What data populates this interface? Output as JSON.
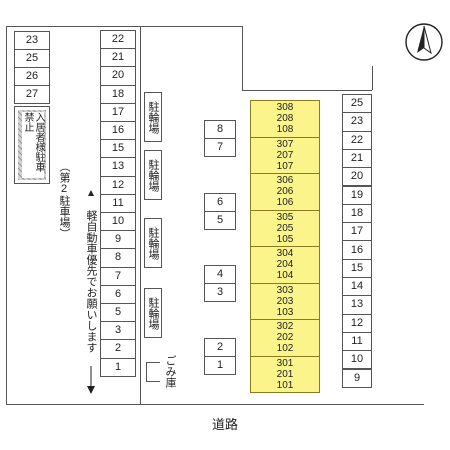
{
  "road_label": "道路",
  "north_icon": "north-arrow-icon",
  "colors": {
    "building": "#fbf48a",
    "building_border": "#8a7a20",
    "line": "#555555"
  },
  "top_left_stalls": [
    "23",
    "25",
    "26",
    "27"
  ],
  "no_parking_sign": "入居者様駐車禁止",
  "second_parking_label": "（第2駐車場）",
  "light_vehicle_note": "軽自動車優先でお願いします",
  "left_column_stalls": [
    "22",
    "21",
    "20",
    "18",
    "17",
    "16",
    "15",
    "13",
    "12",
    "11",
    "10",
    "9",
    "8",
    "7",
    "6",
    "5",
    "3",
    "2",
    "1"
  ],
  "bicycle_parking": [
    "駐輪場",
    "駐輪場",
    "駐輪場",
    "駐輪場"
  ],
  "garbage_label": "ごみ庫",
  "middle_stalls": [
    {
      "top": "8",
      "bottom": "7"
    },
    {
      "top": "6",
      "bottom": "5"
    },
    {
      "top": "4",
      "bottom": "3"
    },
    {
      "top": "2",
      "bottom": "1"
    }
  ],
  "units": [
    [
      "308",
      "208",
      "108"
    ],
    [
      "307",
      "207",
      "107"
    ],
    [
      "306",
      "206",
      "106"
    ],
    [
      "305",
      "205",
      "105"
    ],
    [
      "304",
      "204",
      "104"
    ],
    [
      "303",
      "203",
      "103"
    ],
    [
      "302",
      "202",
      "102"
    ],
    [
      "301",
      "201",
      "101"
    ]
  ],
  "right_stalls": [
    "25",
    "23",
    "22",
    "21",
    "20",
    "19",
    "18",
    "17",
    "16",
    "15",
    "14",
    "13",
    "12",
    "11",
    "10",
    "9"
  ]
}
